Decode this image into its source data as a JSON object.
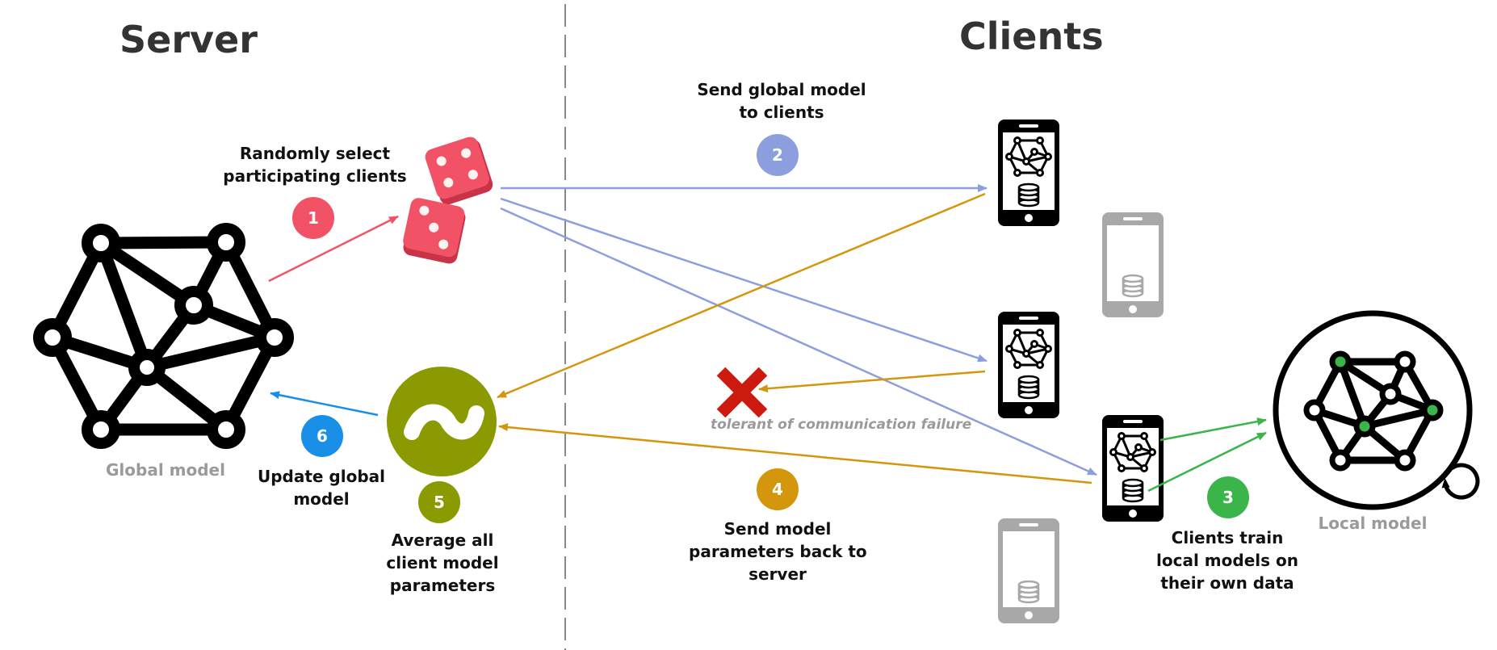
{
  "headers": {
    "server": "Server",
    "clients": "Clients"
  },
  "labels": {
    "global_model": "Global model",
    "local_model": "Local model",
    "failure_note": "tolerant of communication failure"
  },
  "steps": [
    {
      "number": "1",
      "line1": "Randomly select",
      "line2": "participating clients",
      "line3": "",
      "color": "#f25266"
    },
    {
      "number": "2",
      "line1": "Send global model",
      "line2": "to clients",
      "line3": "",
      "color": "#8c9ede"
    },
    {
      "number": "3",
      "line1": "Clients train",
      "line2": "local models on",
      "line3": "their own data",
      "color": "#3bb54a"
    },
    {
      "number": "4",
      "line1": "Send model",
      "line2": "parameters back to",
      "line3": "server",
      "color": "#d4960c"
    },
    {
      "number": "5",
      "line1": "Average all",
      "line2": "client model",
      "line3": "parameters",
      "color": "#8a9a00"
    },
    {
      "number": "6",
      "line1": "Update global",
      "line2": "model",
      "line3": "",
      "color": "#1a8fe8"
    }
  ],
  "colors": {
    "select": "#f25266",
    "send": "#8c9ede",
    "train": "#3bb54a",
    "return": "#d4960c",
    "average": "#8a9a00",
    "update": "#1a8fe8",
    "failure": "#cc1a0f",
    "inactive_device": "#a8a8a8",
    "divider": "#888888"
  },
  "icons": {
    "global_model": "neural-network-icon",
    "dice": "dice-icon",
    "average": "tilde-icon",
    "failure": "cross-icon",
    "device": "smartphone-icon",
    "database": "database-icon",
    "refresh": "circular-arrow-icon"
  }
}
